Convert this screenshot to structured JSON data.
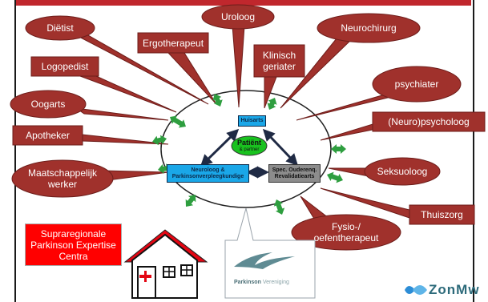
{
  "colors": {
    "bubble_fill": "#a0312c",
    "bubble_stroke": "#6d1d1a",
    "arrow_green": "#2e9e3f",
    "box_blue": "#1aa7e8",
    "box_gray": "#8c8c8c",
    "patient_green": "#19c21f",
    "expertise_red": "#ff0000"
  },
  "callouts": [
    {
      "id": "dietist",
      "label": "Diëtist"
    },
    {
      "id": "ergotherapeut",
      "label": "Ergotherapeut"
    },
    {
      "id": "uroloog",
      "label": "Uroloog"
    },
    {
      "id": "neurochirurg",
      "label": "Neurochirurg"
    },
    {
      "id": "logopedist",
      "label": "Logopedist"
    },
    {
      "id": "klinisch-geriater",
      "label": "Klinisch\ngeriater"
    },
    {
      "id": "psychiater",
      "label": "psychiater"
    },
    {
      "id": "oogarts",
      "label": "Oogarts"
    },
    {
      "id": "neuropsycholoog",
      "label": "(Neuro)psycholoog"
    },
    {
      "id": "apotheker",
      "label": "Apotheker"
    },
    {
      "id": "seksuoloog",
      "label": "Seksuoloog"
    },
    {
      "id": "maatschappelijk-werker",
      "label": "Maatschappelijk\nwerker"
    },
    {
      "id": "thuiszorg",
      "label": "Thuiszorg"
    },
    {
      "id": "fysio",
      "label": "Fysio-/\noefentherapeut"
    }
  ],
  "center": {
    "huisarts": "Huisarts",
    "patient": "Patiënt",
    "partner": "& partner",
    "neuroloog_line1": "Neuroloog &",
    "neuroloog_line2": "Parkinsonverpleegkundige",
    "spec_line1": "Spec. Ouderenq.",
    "spec_line2": "Revalidatiearts"
  },
  "expertise_box": {
    "line1": "Supraregionale",
    "line2": "Parkinson Expertise",
    "line3": "Centra"
  },
  "parkinson_vereniging": {
    "word1": "Parkinson",
    "word2": "Vereniging"
  },
  "logo": {
    "text": "ZonMw"
  }
}
